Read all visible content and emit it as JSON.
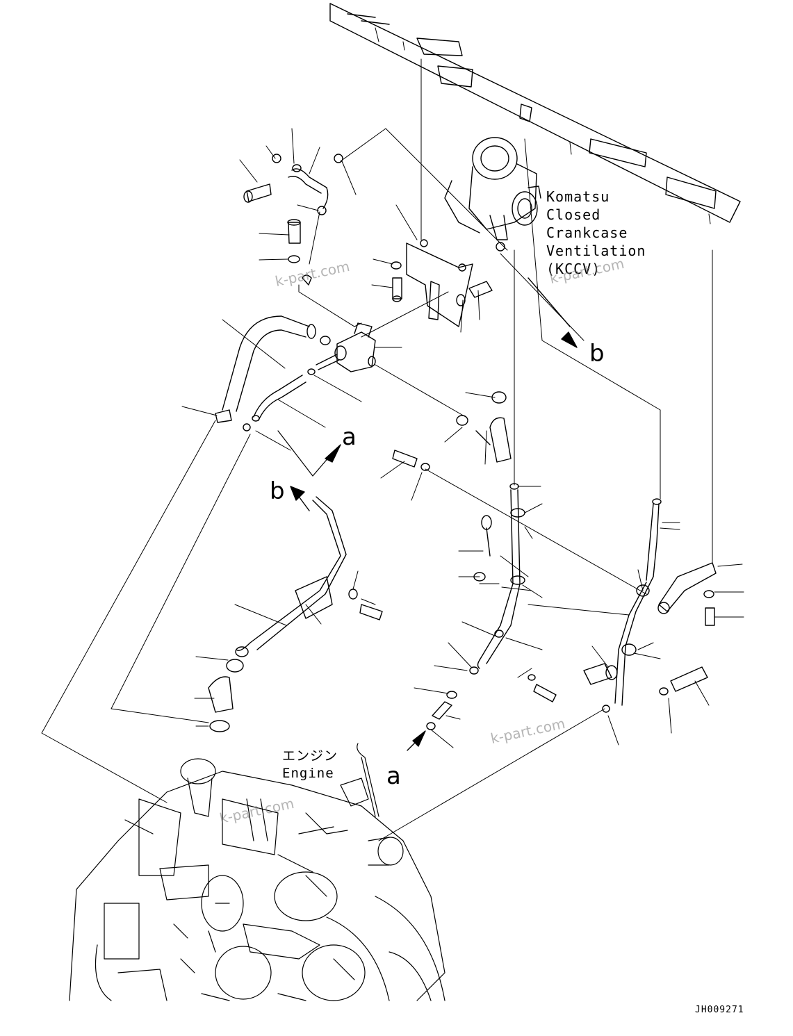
{
  "labels": {
    "kccv_line1": "Komatsu",
    "kccv_line2": "Closed",
    "kccv_line3": "Crankcase",
    "kccv_line4": "Ventilation",
    "kccv_line5": "(KCCV)",
    "engine_jp": "エンジン",
    "engine_en": "Engine",
    "ref_b_upper": "b",
    "ref_b_left": "b",
    "ref_a_mid": "a",
    "ref_a_engine": "a",
    "drawing_code": "JH009271"
  },
  "watermarks": {
    "w1": "k-part.com",
    "w2": "k-part.com",
    "w3": "k-part.com",
    "w4": "k-part.com"
  },
  "colors": {
    "line": "#000000",
    "background": "#ffffff",
    "watermark": "#8c8c8c"
  }
}
